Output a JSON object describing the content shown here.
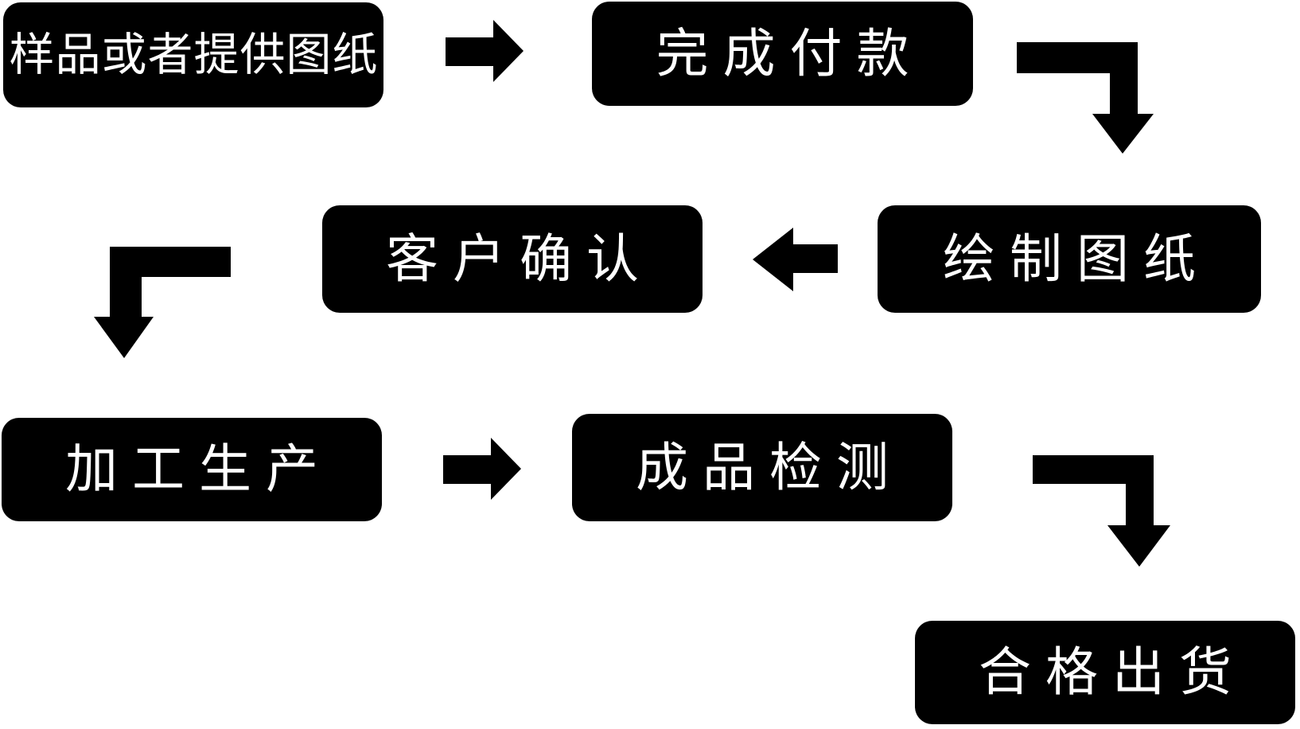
{
  "nodes": [
    {
      "id": "sample-or-drawing",
      "label": "样品或者提供图纸"
    },
    {
      "id": "complete-payment",
      "label": "完成付款"
    },
    {
      "id": "draw-drawing",
      "label": "绘制图纸"
    },
    {
      "id": "customer-confirm",
      "label": "客户确认"
    },
    {
      "id": "processing-production",
      "label": "加工生产"
    },
    {
      "id": "product-inspection",
      "label": "成品检测"
    },
    {
      "id": "qualified-shipment",
      "label": "合格出货"
    }
  ],
  "edges": [
    {
      "from": "sample-or-drawing",
      "to": "complete-payment",
      "arrow": "right"
    },
    {
      "from": "complete-payment",
      "to": "draw-drawing",
      "arrow": "elbow-right-down"
    },
    {
      "from": "draw-drawing",
      "to": "customer-confirm",
      "arrow": "left"
    },
    {
      "from": "customer-confirm",
      "to": "processing-production",
      "arrow": "elbow-left-down"
    },
    {
      "from": "processing-production",
      "to": "product-inspection",
      "arrow": "right"
    },
    {
      "from": "product-inspection",
      "to": "qualified-shipment",
      "arrow": "elbow-right-down"
    }
  ],
  "colors": {
    "canvas_bg": "#ffffff",
    "node_bg": "#000000",
    "node_text": "#ffffff",
    "arrow": "#000000"
  }
}
